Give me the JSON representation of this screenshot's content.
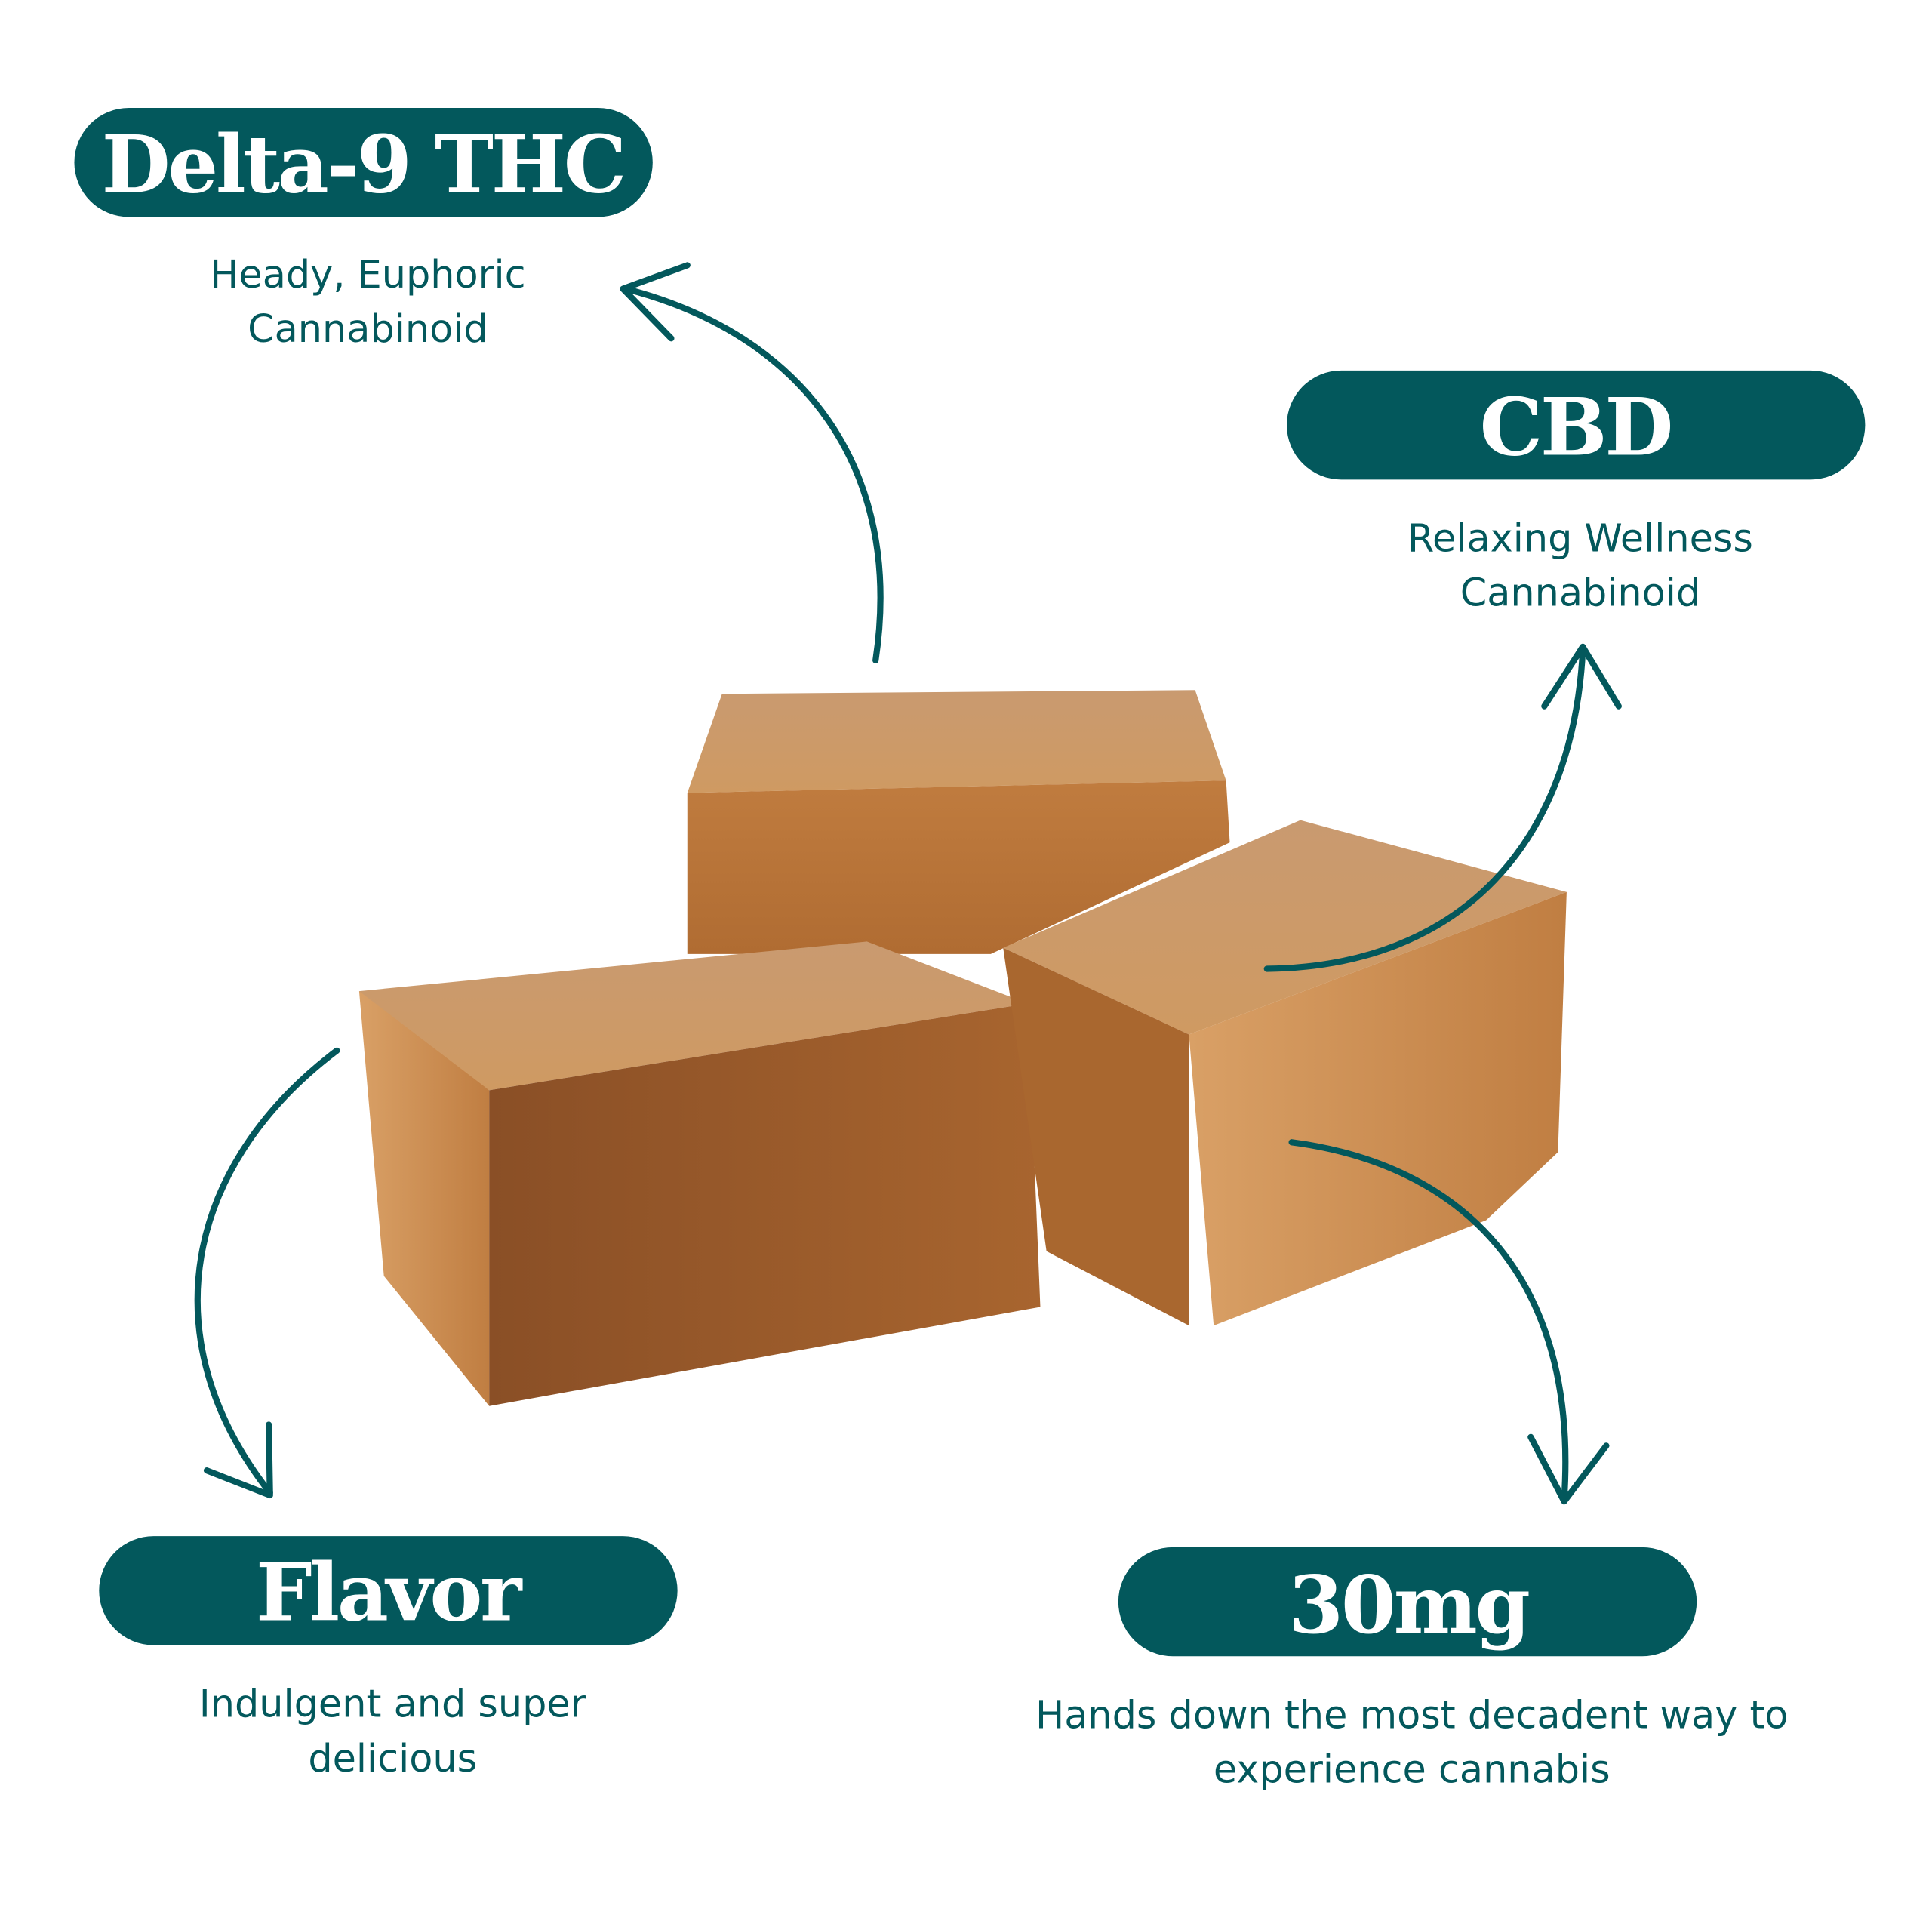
{
  "colors": {
    "brand": "#03585c",
    "caramel_top": "#c8976a",
    "caramel_side": "#b9773d"
  },
  "features": [
    {
      "title": "Delta-9 THC",
      "lines": [
        "Heady, Euphoric",
        "Cannabinoid"
      ]
    },
    {
      "title": "CBD",
      "lines": [
        "Relaxing Wellness",
        "Cannabinoid"
      ]
    },
    {
      "title": "Flavor",
      "lines": [
        "Indulgent and super",
        "delicious"
      ]
    },
    {
      "title": "30mg",
      "lines": [
        "Hands down the most decadent way to",
        "experience cannabis"
      ]
    }
  ]
}
